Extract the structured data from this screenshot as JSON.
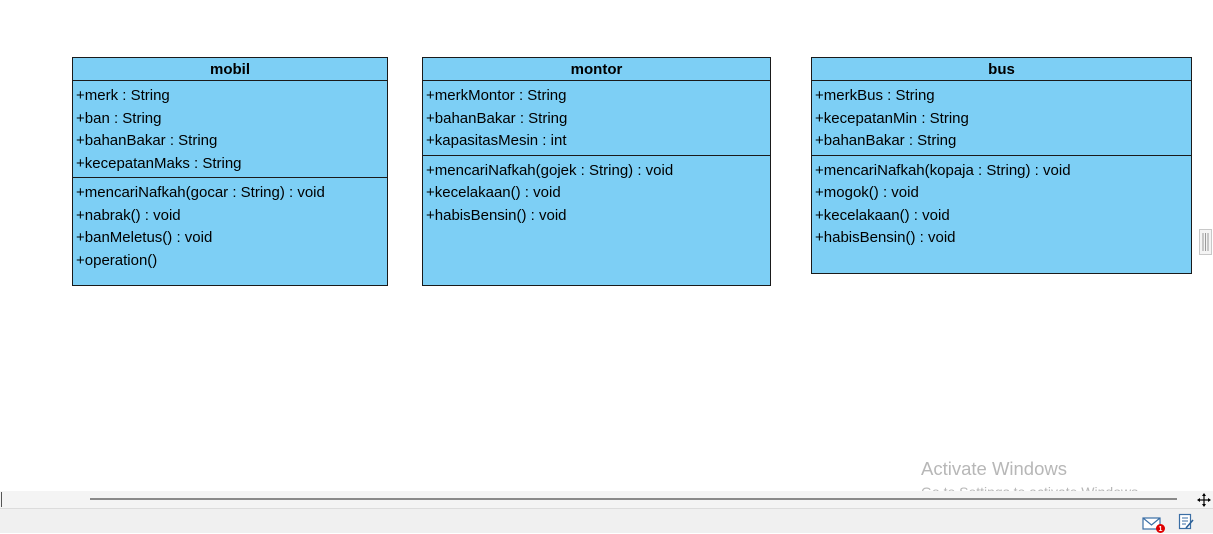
{
  "diagram": {
    "classes": [
      {
        "id": "mobil",
        "name": "mobil",
        "attributes": [
          "+merk : String",
          "+ban : String",
          "+bahanBakar : String",
          "+kecepatanMaks : String"
        ],
        "operations": [
          "+mencariNafkah(gocar : String) : void",
          "+nabrak() : void",
          "+banMeletus() : void",
          "+operation()"
        ]
      },
      {
        "id": "montor",
        "name": "montor",
        "attributes": [
          "+merkMontor : String",
          "+bahanBakar : String",
          "+kapasitasMesin : int"
        ],
        "operations": [
          "+mencariNafkah(gojek : String) : void",
          "+kecelakaan() : void",
          "+habisBensin() : void"
        ]
      },
      {
        "id": "bus",
        "name": "bus",
        "attributes": [
          "+merkBus : String",
          "+kecepatanMin : String",
          "+bahanBakar : String"
        ],
        "operations": [
          "+mencariNafkah(kopaja : String) : void",
          "+mogok() : void",
          "+kecelakaan() : void",
          "+habisBensin() : void"
        ]
      }
    ]
  },
  "colors": {
    "class_fill": "#7dcff5",
    "class_border": "#1a1a1a",
    "watermark": "#b7b7b7",
    "notification_badge": "#e00000"
  },
  "watermark": {
    "title": "Activate Windows",
    "subtitle": "Go to Settings to activate Windows."
  },
  "statusbar": {
    "icons": [
      "mail-notification-icon",
      "edit-document-icon"
    ],
    "notification_count": "1"
  }
}
